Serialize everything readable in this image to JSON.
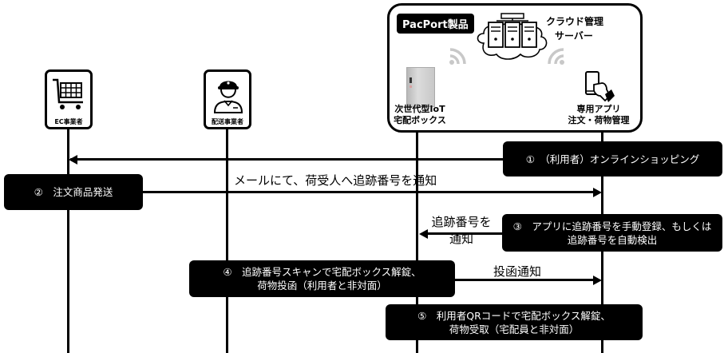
{
  "actors": {
    "ec": {
      "label": "EC事業者",
      "icon": "shopping-cart-icon"
    },
    "delivery": {
      "label": "配送事業者",
      "icon": "delivery-person-icon"
    },
    "box": {
      "label_line1": "次世代型IoT",
      "label_line2": "宅配ボックス",
      "icon": "delivery-box-icon"
    },
    "app": {
      "label_line1": "専用アプリ",
      "label_line2": "注文・荷物管理",
      "icon": "smartphone-hand-icon"
    }
  },
  "product_group": {
    "badge": "PacPort製品",
    "cloud_label_line1": "クラウド管理",
    "cloud_label_line2": "サーバー",
    "cloud_icon": "cloud-server-icon",
    "wifi_icon": "wifi-icon"
  },
  "steps": [
    {
      "number": "①",
      "line1": "（利用者）オンラインショッピング",
      "line2": ""
    },
    {
      "number": "②",
      "line1": "注文商品発送",
      "line2": ""
    },
    {
      "number": "③",
      "line1": "アプリに追跡番号を手動登録、もしくは",
      "line2": "追跡番号を自動検出"
    },
    {
      "number": "④",
      "line1": "追跡番号スキャンで宅配ボックス解錠、",
      "line2": "荷物投函（利用者と非対面）"
    },
    {
      "number": "⑤",
      "line1": "利用者QRコードで宅配ボックス解錠、",
      "line2": "荷物受取（宅配員と非対面）"
    }
  ],
  "messages": {
    "mail_notify": "メールにて、荷受人へ追跡番号を通知",
    "tracking_notify_line1": "追跡番号を",
    "tracking_notify_line2": "通知",
    "deposit_notify": "投函通知"
  },
  "step_text": {
    "s1": "①　（利用者）オンラインショッピング",
    "s2": "②　注文商品発送",
    "s3a": "③　アプリに追跡番号を手動登録、もしくは",
    "s3b": "追跡番号を自動検出",
    "s4a": "④　追跡番号スキャンで宅配ボックス解錠、",
    "s4b": "荷物投函（利用者と非対面）",
    "s5a": "⑤　利用者QRコードで宅配ボックス解錠、",
    "s5b": "荷物受取（宅配員と非対面）"
  }
}
